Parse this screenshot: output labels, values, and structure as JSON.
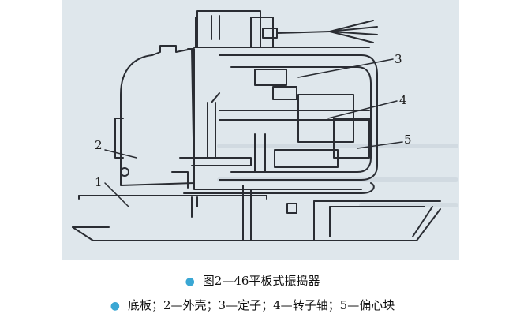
{
  "callouts": {
    "n1": "1",
    "n2": "2",
    "n3": "3",
    "n4": "4",
    "n5": "5"
  },
  "caption": {
    "title": "图2—46平板式振捣器",
    "legend": "底板；2—外壳；3—定子；4—转子轴；5—偏心块"
  },
  "colors": {
    "figure_bg": "#dfe7ec",
    "ink": "#2a2d33",
    "bullet": "#3aa7d4"
  }
}
